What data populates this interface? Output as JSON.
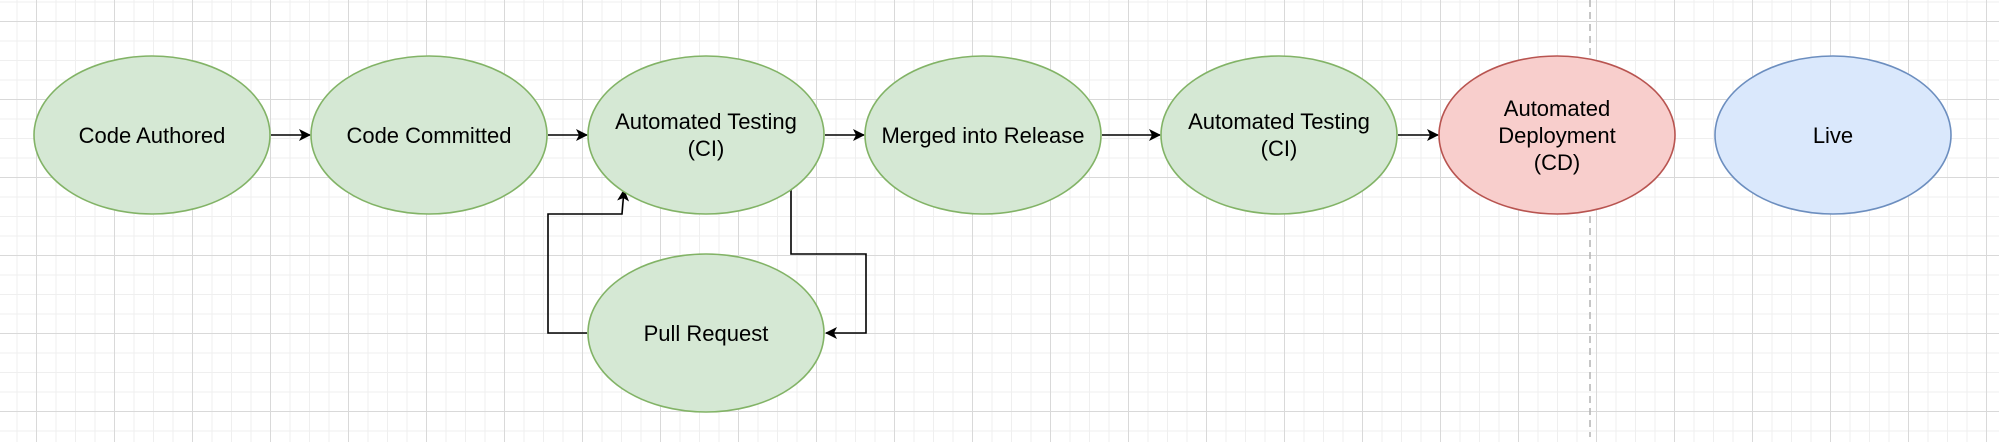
{
  "diagram": {
    "nodes": [
      {
        "id": "code-authored",
        "label": "Code Authored",
        "fill": "#d5e8d4",
        "stroke": "#82b366"
      },
      {
        "id": "code-committed",
        "label": "Code Committed",
        "fill": "#d5e8d4",
        "stroke": "#82b366"
      },
      {
        "id": "automated-testing-1",
        "label": "Automated Testing\n(CI)",
        "fill": "#d5e8d4",
        "stroke": "#82b366"
      },
      {
        "id": "merged-into-release",
        "label": "Merged into Release",
        "fill": "#d5e8d4",
        "stroke": "#82b366"
      },
      {
        "id": "automated-testing-2",
        "label": "Automated Testing\n(CI)",
        "fill": "#d5e8d4",
        "stroke": "#82b366"
      },
      {
        "id": "automated-deployment",
        "label": "Automated\nDeployment\n(CD)",
        "fill": "#f8cecc",
        "stroke": "#b85450"
      },
      {
        "id": "live",
        "label": "Live",
        "fill": "#dae8fc",
        "stroke": "#6c8ebf"
      },
      {
        "id": "pull-request",
        "label": "Pull Request",
        "fill": "#d5e8d4",
        "stroke": "#82b366"
      }
    ],
    "edges": [
      {
        "from": "code-authored",
        "to": "code-committed"
      },
      {
        "from": "code-committed",
        "to": "automated-testing-1"
      },
      {
        "from": "automated-testing-1",
        "to": "merged-into-release"
      },
      {
        "from": "merged-into-release",
        "to": "automated-testing-2"
      },
      {
        "from": "automated-testing-2",
        "to": "automated-deployment"
      },
      {
        "from": "automated-testing-1",
        "to": "pull-request"
      },
      {
        "from": "pull-request",
        "to": "automated-testing-1"
      }
    ],
    "colors": {
      "edge": "#000000",
      "divider": "#b3b3b3"
    }
  }
}
